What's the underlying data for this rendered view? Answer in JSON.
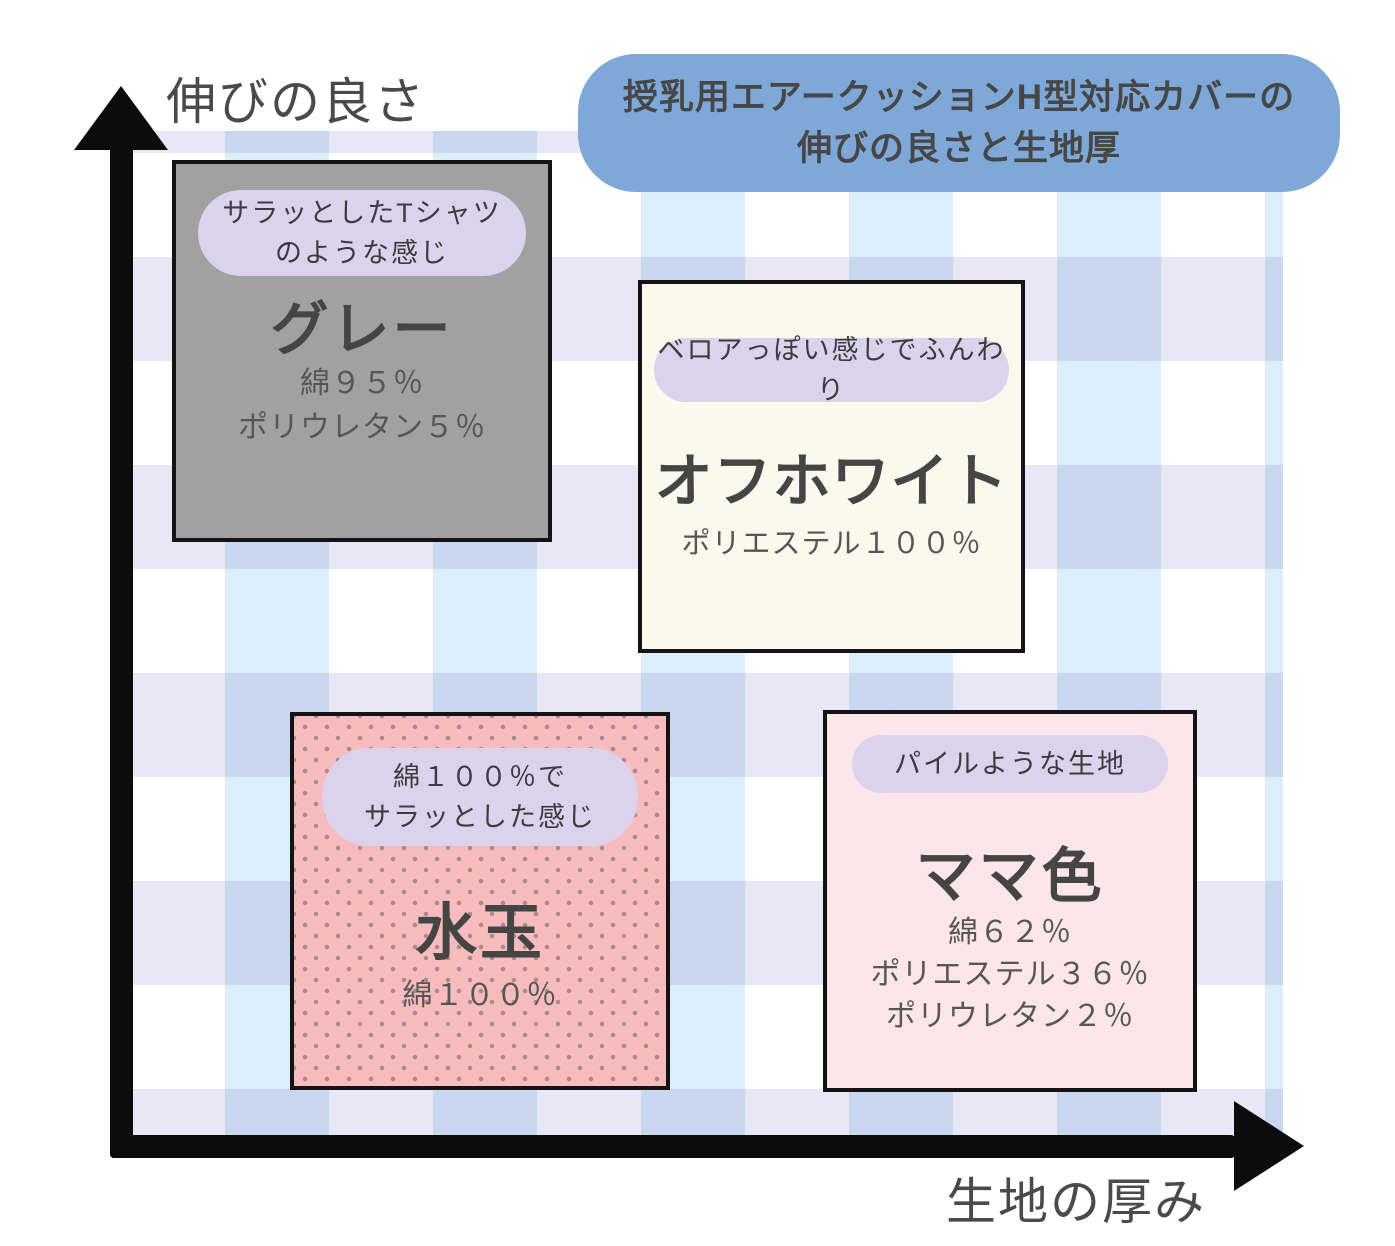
{
  "title": {
    "line1": "授乳用エアークッションH型対応カバーの",
    "line2": "伸びの良さと生地厚"
  },
  "axes": {
    "y_label": "伸びの良さ",
    "x_label": "生地の厚み"
  },
  "cards": [
    {
      "id": "gray",
      "name": "グレー",
      "tagline_lines": [
        "サラッとしたTシャツ",
        "のような感じ"
      ],
      "composition": [
        "綿９５％",
        "ポリウレタン５％"
      ],
      "bg_color": "#a2a1a1"
    },
    {
      "id": "offwhite",
      "name": "オフホワイト",
      "tagline_lines": [
        "ベロアっぽい感じでふんわり"
      ],
      "composition": [
        "ポリエステル１００％"
      ],
      "bg_color": "#fbf8ee"
    },
    {
      "id": "mizutama",
      "name": "水玉",
      "tagline_lines": [
        "綿１００％で",
        "サラッとした感じ"
      ],
      "composition": [
        "綿１００％"
      ],
      "bg_color": "#f9bcbe",
      "pattern": "polka-dots"
    },
    {
      "id": "mama-iro",
      "name": "ママ色",
      "tagline_lines": [
        "パイルような生地"
      ],
      "composition": [
        "綿６２％",
        "ポリエステル３６％",
        "ポリウレタン２％"
      ],
      "bg_color": "#fce6ea"
    }
  ],
  "colors": {
    "title_bg": "#7ea8d8",
    "pill_bg": "#dbd3ee",
    "axis": "#0c0c0c",
    "text": "#4a4a4a",
    "gingham_blue": "#ddeefa",
    "gingham_lavender": "#e9e6f6",
    "dot_color": "#ab8a8c"
  },
  "chart_data": {
    "type": "scatter",
    "title": "授乳用エアークッションH型対応カバーの伸びの良さと生地厚",
    "xlabel": "生地の厚み",
    "ylabel": "伸びの良さ",
    "x_range_note": "qualitative axis, no tick values shown",
    "y_range_note": "qualitative axis, no tick values shown",
    "points": [
      {
        "label": "グレー",
        "tagline": "サラッとしたTシャツのような感じ",
        "composition": [
          "綿９５％",
          "ポリウレタン５％"
        ],
        "x": 0.21,
        "y": 0.75
      },
      {
        "label": "オフホワイト",
        "tagline": "ベロアっぽい感じでふんわり",
        "composition": [
          "ポリエステル１００％"
        ],
        "x": 0.6,
        "y": 0.58
      },
      {
        "label": "水玉",
        "tagline": "綿１００％でサラッとした感じ",
        "composition": [
          "綿１００％"
        ],
        "x": 0.3,
        "y": 0.13
      },
      {
        "label": "ママ色",
        "tagline": "パイルような生地",
        "composition": [
          "綿６２％",
          "ポリエステル３６％",
          "ポリウレタン２％"
        ],
        "x": 0.76,
        "y": 0.13
      }
    ]
  }
}
